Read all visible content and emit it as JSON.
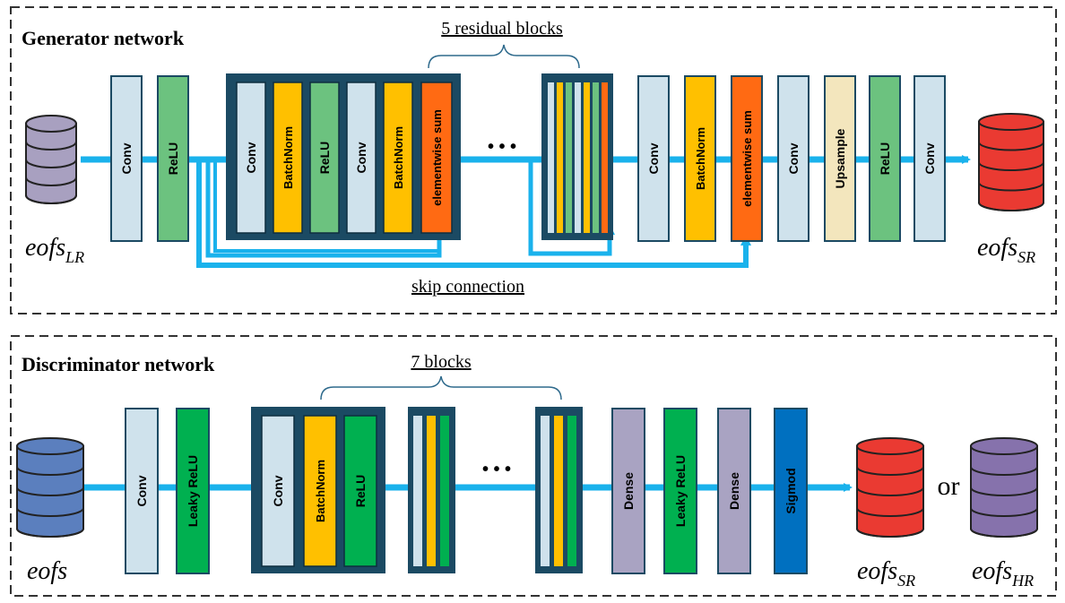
{
  "generator": {
    "title": "Generator network",
    "brace_label": "5 residual blocks",
    "skip_label": "skip connection",
    "input": {
      "base": "eofs",
      "sub": "LR"
    },
    "output": {
      "base": "eofs",
      "sub": "SR"
    },
    "layers_pre": [
      "Conv",
      "ReLU"
    ],
    "block_layers": [
      "Conv",
      "BatchNorm",
      "ReLU",
      "Conv",
      "BatchNorm",
      "elementwise sum"
    ],
    "layers_post": [
      "Conv",
      "BatchNorm",
      "elementwise sum",
      "Conv",
      "Upsample",
      "ReLU",
      "Conv"
    ],
    "ellipsis": "• • •"
  },
  "discriminator": {
    "title": "Discriminator network",
    "brace_label": "7 blocks",
    "input": {
      "base": "eofs"
    },
    "outputs": [
      {
        "base": "eofs",
        "sub": "SR"
      },
      {
        "base": "eofs",
        "sub": "HR"
      }
    ],
    "or_label": "or",
    "layers_pre": [
      "Conv",
      "Leaky ReLU"
    ],
    "block_layers": [
      "Conv",
      "BatchNorm",
      "ReLU"
    ],
    "layers_post": [
      "Dense",
      "Leaky ReLU",
      "Dense",
      "Sigmod"
    ],
    "ellipsis": "• • •"
  },
  "colors": {
    "conv": "#cfe2ec",
    "relu_gen": "#6cc27f",
    "batchnorm": "#ffc000",
    "elementwise": "#ff6a13",
    "upsample": "#f3e6bd",
    "relu_disc": "#00b050",
    "leaky_relu": "#00b050",
    "dense": "#a9a3c2",
    "sigmoid": "#0070c0",
    "block_frame": "#1b4a63",
    "arrow": "#1ab2ec",
    "db_lr": "#a8a0c0",
    "db_sr": "#ea3a32",
    "db_disc_in": "#5b7fbe",
    "db_hr": "#8672ac"
  }
}
